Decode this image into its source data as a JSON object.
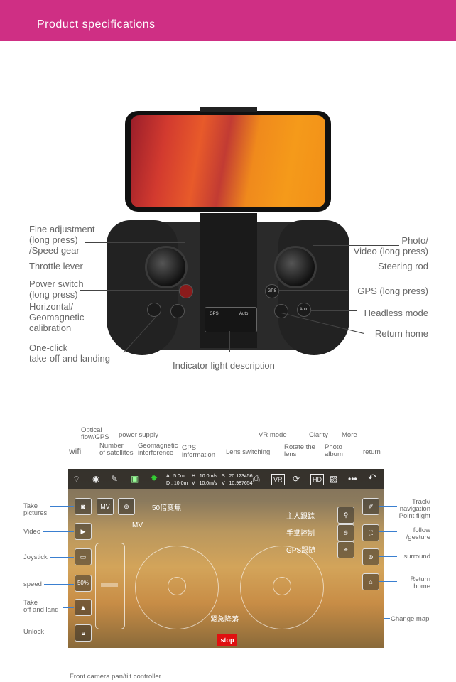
{
  "banner": {
    "title": "Product specifications",
    "color": "#cf2f84"
  },
  "controller": {
    "left_labels": [
      "Fine adjustment\n(long press)\n/Speed gear",
      "Throttle lever",
      "Power switch\n(long press)",
      "Horizontal/\nGeomagnetic\ncalibration",
      "One-click\ntake-off and landing"
    ],
    "right_labels": [
      "Photo/\nVideo (long press)",
      "Steering rod",
      "GPS (long press)",
      "Headless mode",
      "Return home"
    ],
    "bottom_label": "Indicator light description",
    "indicator": [
      "GPS",
      "Auto"
    ],
    "buttons": {
      "gps": "GPS",
      "auto": "Auto"
    }
  },
  "app": {
    "top_labels": {
      "wifi": "wifi",
      "optical": "Optical\nflow/GPS",
      "satellites": "Number\nof satellites",
      "power": "power supply",
      "geomag": "Geomagnetic\ninterference",
      "gpsinfo": "GPS\ninformation",
      "lens": "Lens switching",
      "vr": "VR mode",
      "rotate": "Rotate the\nlens",
      "clarity": "Clarity",
      "album": "Photo\nalbum",
      "more": "More",
      "return": "return"
    },
    "telemetry": [
      "A : 5.0m",
      "H : 10.0m/s",
      "S : 20.123456",
      "D : 10.0m",
      "V : 10.0m/s",
      "V : 10.987654"
    ],
    "left_labels": [
      "Take\npictures",
      "Video",
      "Joystick",
      "speed",
      "Take\noff and land",
      "Unlock"
    ],
    "right_labels": [
      "Track/\nnavigation\nPoint flight",
      "follow\n/gesture",
      "surround",
      "Return\nhome",
      "Change map"
    ],
    "bottom_label": "Front camera pan/tilt controller",
    "overlay": {
      "mv": "MV",
      "mv2": "MV",
      "zoom": "50倍变焦",
      "follow": "主人跟踪",
      "gesture": "手掌控制",
      "gps_follow": "GPS跟随",
      "emergency": "紧急降落",
      "stop": "stop",
      "speed": "50%",
      "vr": "VR",
      "hd": "HD"
    }
  }
}
